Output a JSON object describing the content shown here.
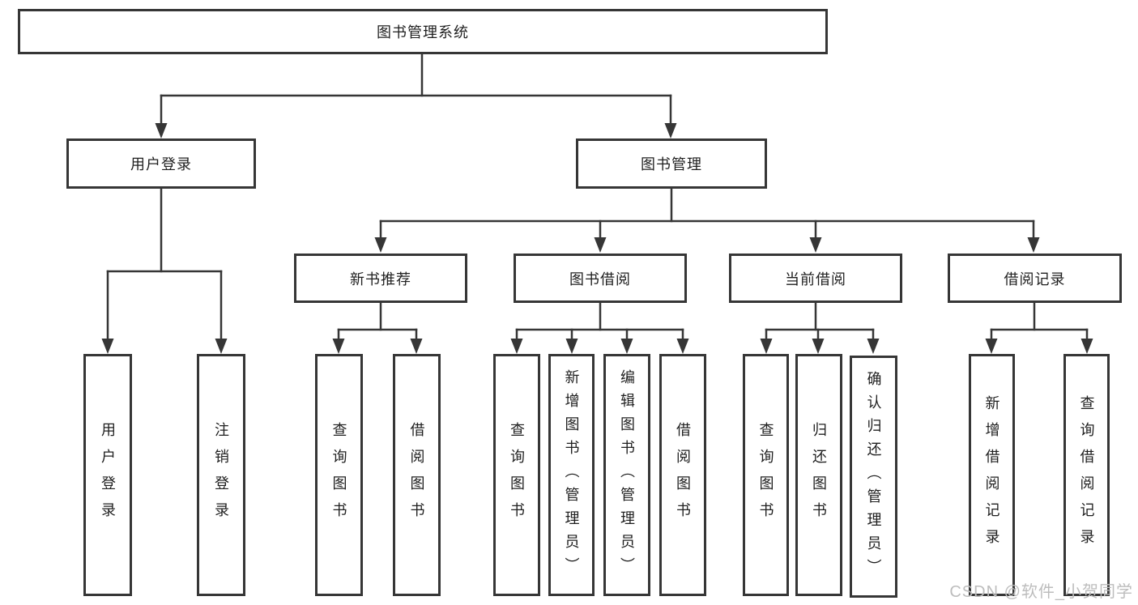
{
  "colors": {
    "line": "#363636",
    "box_border": "#363636",
    "box_fill": "#ffffff",
    "text": "#1f1f1f",
    "watermark": "#bdbdbd",
    "background": "#ffffff"
  },
  "diagram": {
    "root": {
      "label": "图书管理系统"
    },
    "branches": [
      {
        "label": "用户登录",
        "children": [
          {
            "label": "用户登录"
          },
          {
            "label": "注销登录"
          }
        ]
      },
      {
        "label": "图书管理",
        "children": [
          {
            "label": "新书推荐",
            "children": [
              {
                "label": "查询图书"
              },
              {
                "label": "借阅图书"
              }
            ]
          },
          {
            "label": "图书借阅",
            "children": [
              {
                "label": "查询图书"
              },
              {
                "label": "新增图书（管理员）"
              },
              {
                "label": "编辑图书（管理员）"
              },
              {
                "label": "借阅图书"
              }
            ]
          },
          {
            "label": "当前借阅",
            "children": [
              {
                "label": "查询图书"
              },
              {
                "label": "归还图书"
              },
              {
                "label": "确认归还（管理员）"
              }
            ]
          },
          {
            "label": "借阅记录",
            "children": [
              {
                "label": "新增借阅记录"
              },
              {
                "label": "查询借阅记录"
              }
            ]
          }
        ]
      }
    ]
  },
  "watermark": {
    "text": "CSDN @软件_小贺同学"
  }
}
